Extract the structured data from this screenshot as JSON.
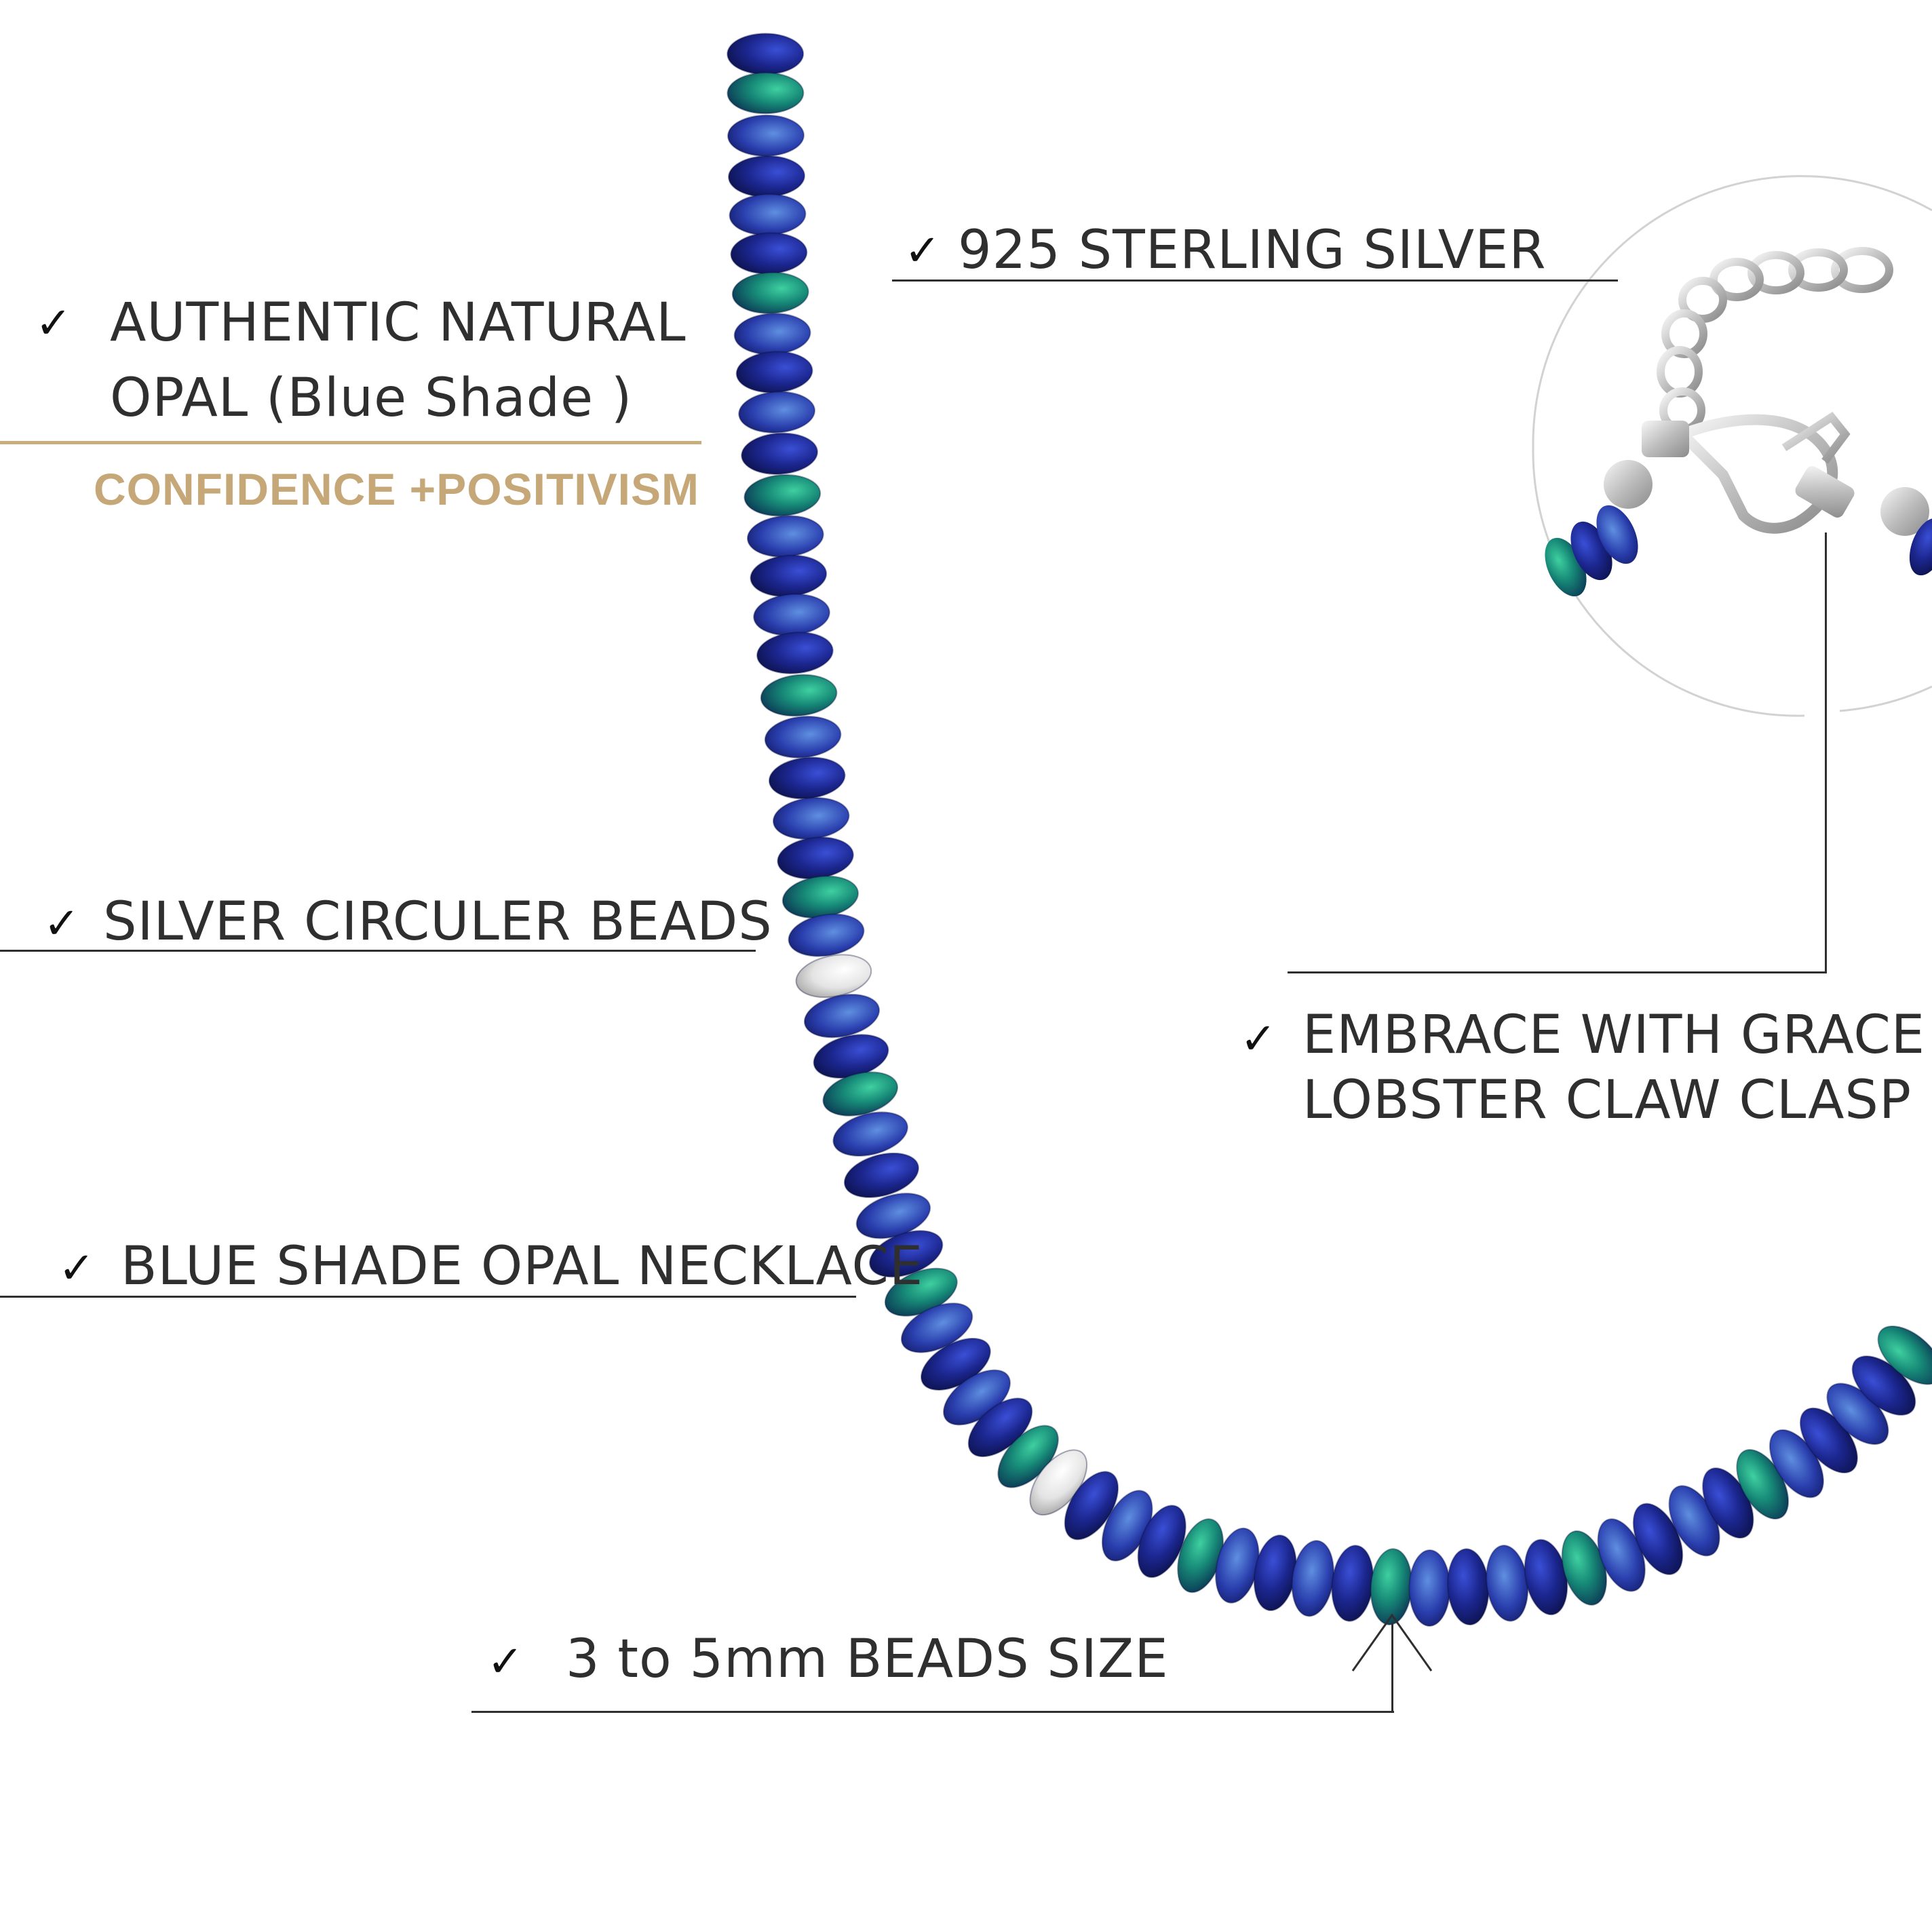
{
  "features": {
    "natural_opal": {
      "line1": "AUTHENTIC NATURAL",
      "line2": "OPAL (Blue Shade )",
      "benefit": "CONFIDENCE +POSITIVISM"
    },
    "sterling_silver": "925 STERLING SILVER",
    "silver_beads": "SILVER CIRCULER BEADS",
    "necklace": "BLUE SHADE OPAL NECKLACE",
    "clasp": {
      "line1": "EMBRACE WITH GRACE",
      "line2": "LOBSTER CLAW CLASP"
    },
    "bead_size": "3 to 5mm BEADS SIZE"
  },
  "check_mark": "✓",
  "colors": {
    "text": "#2f2f2f",
    "accent_gold": "#c6a878",
    "bead_blue": "#1e2a8a",
    "bead_teal": "#1f8a7a",
    "silver": "#d9d9d9"
  }
}
